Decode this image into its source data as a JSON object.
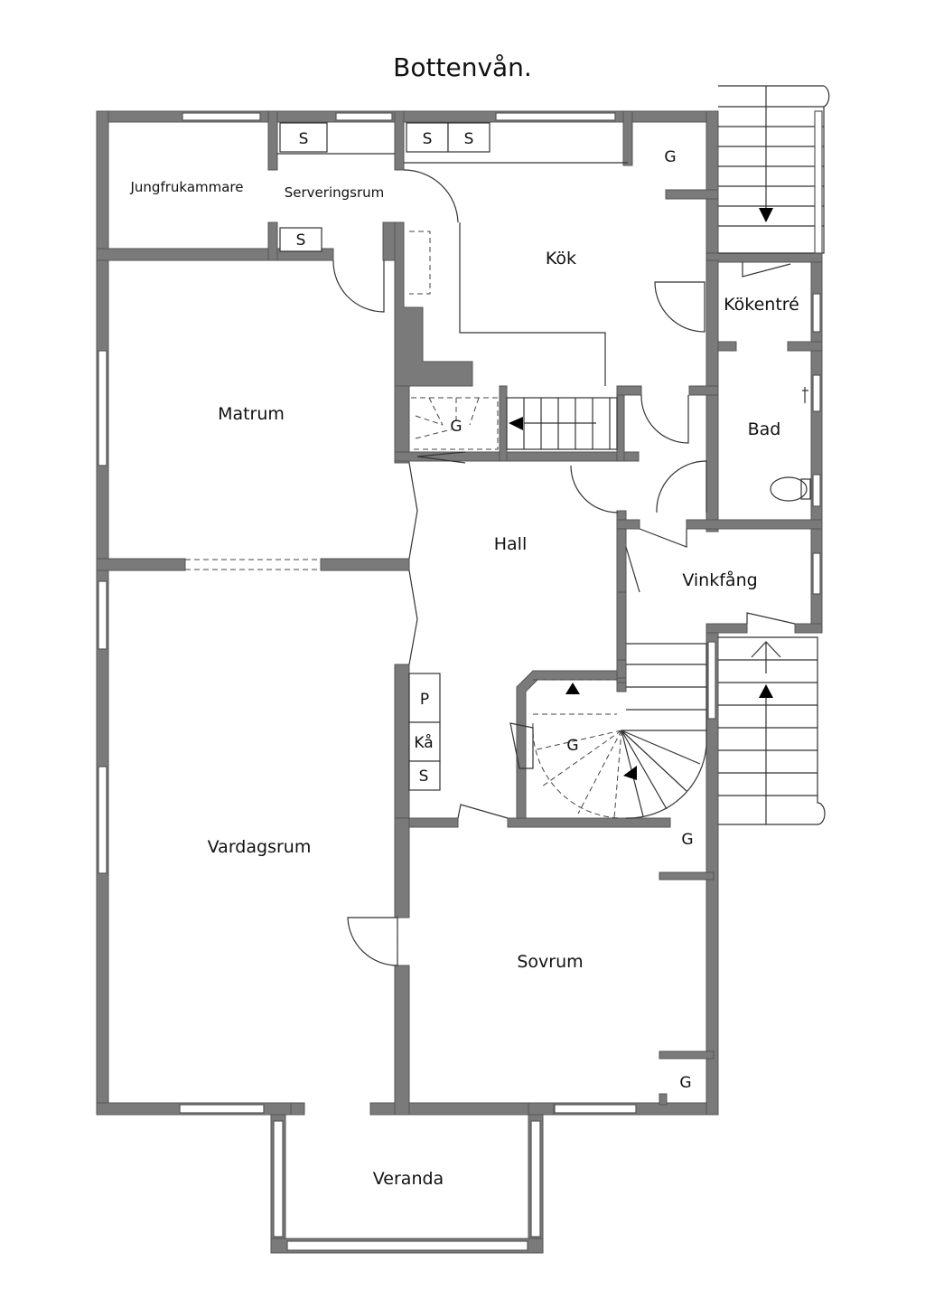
{
  "title": "Bottenvån.",
  "rooms": {
    "jungfrukammare": "Jungfrukammare",
    "serveringsrum": "Serveringsrum",
    "kok": "Kök",
    "kokentre": "Kökentré",
    "matrum": "Matrum",
    "bad": "Bad",
    "hall": "Hall",
    "vinkfang": "Vinkfång",
    "vardagsrum": "Vardagsrum",
    "sovrum": "Sovrum",
    "veranda": "Veranda"
  },
  "marks": {
    "s1": "S",
    "s2": "S",
    "s3": "S",
    "s4": "S",
    "g_kok": "G",
    "g_stair_small": "G",
    "g_stair_round": "G",
    "g_sovrum_top": "G",
    "g_sovrum_bottom": "G",
    "p": "P",
    "ka": "Kå",
    "s_hall": "S"
  }
}
